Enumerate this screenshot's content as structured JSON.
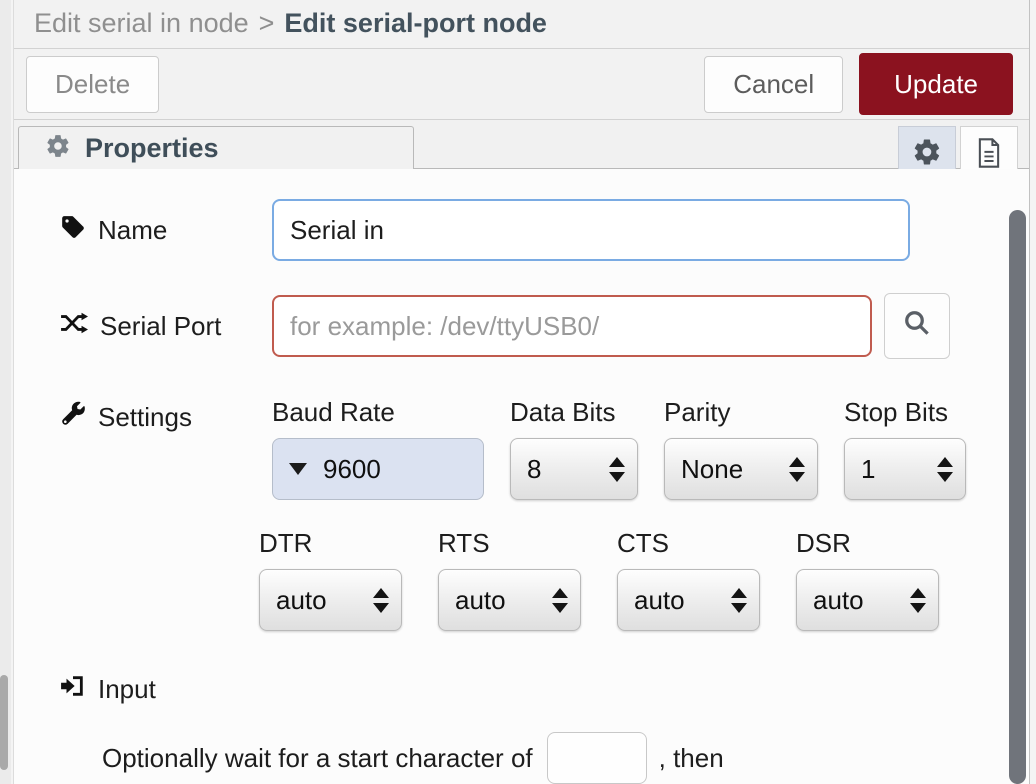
{
  "header": {
    "breadcrumb_parent": "Edit serial in node",
    "breadcrumb_separator": ">",
    "breadcrumb_current": "Edit serial-port node"
  },
  "toolbar": {
    "delete_label": "Delete",
    "cancel_label": "Cancel",
    "update_label": "Update"
  },
  "tabs": {
    "properties_label": "Properties"
  },
  "form": {
    "name": {
      "label": "Name",
      "value": "Serial in"
    },
    "serial_port": {
      "label": "Serial Port",
      "placeholder": "for example: /dev/ttyUSB0/"
    },
    "settings": {
      "label": "Settings",
      "baud": {
        "label": "Baud Rate",
        "value": "9600"
      },
      "data_bits": {
        "label": "Data Bits",
        "value": "8"
      },
      "parity": {
        "label": "Parity",
        "value": "None"
      },
      "stop_bits": {
        "label": "Stop Bits",
        "value": "1"
      },
      "dtr": {
        "label": "DTR",
        "value": "auto"
      },
      "rts": {
        "label": "RTS",
        "value": "auto"
      },
      "cts": {
        "label": "CTS",
        "value": "auto"
      },
      "dsr": {
        "label": "DSR",
        "value": "auto"
      }
    },
    "input_section": {
      "label": "Input",
      "sentence_before": "Optionally wait for a start character of",
      "start_char_value": "",
      "sentence_after": ", then"
    }
  },
  "colors": {
    "accent_red": "#8b121f",
    "focus_blue": "#7aabe3",
    "error_red": "#c05b4e",
    "tab_highlight": "#dde3ed"
  }
}
